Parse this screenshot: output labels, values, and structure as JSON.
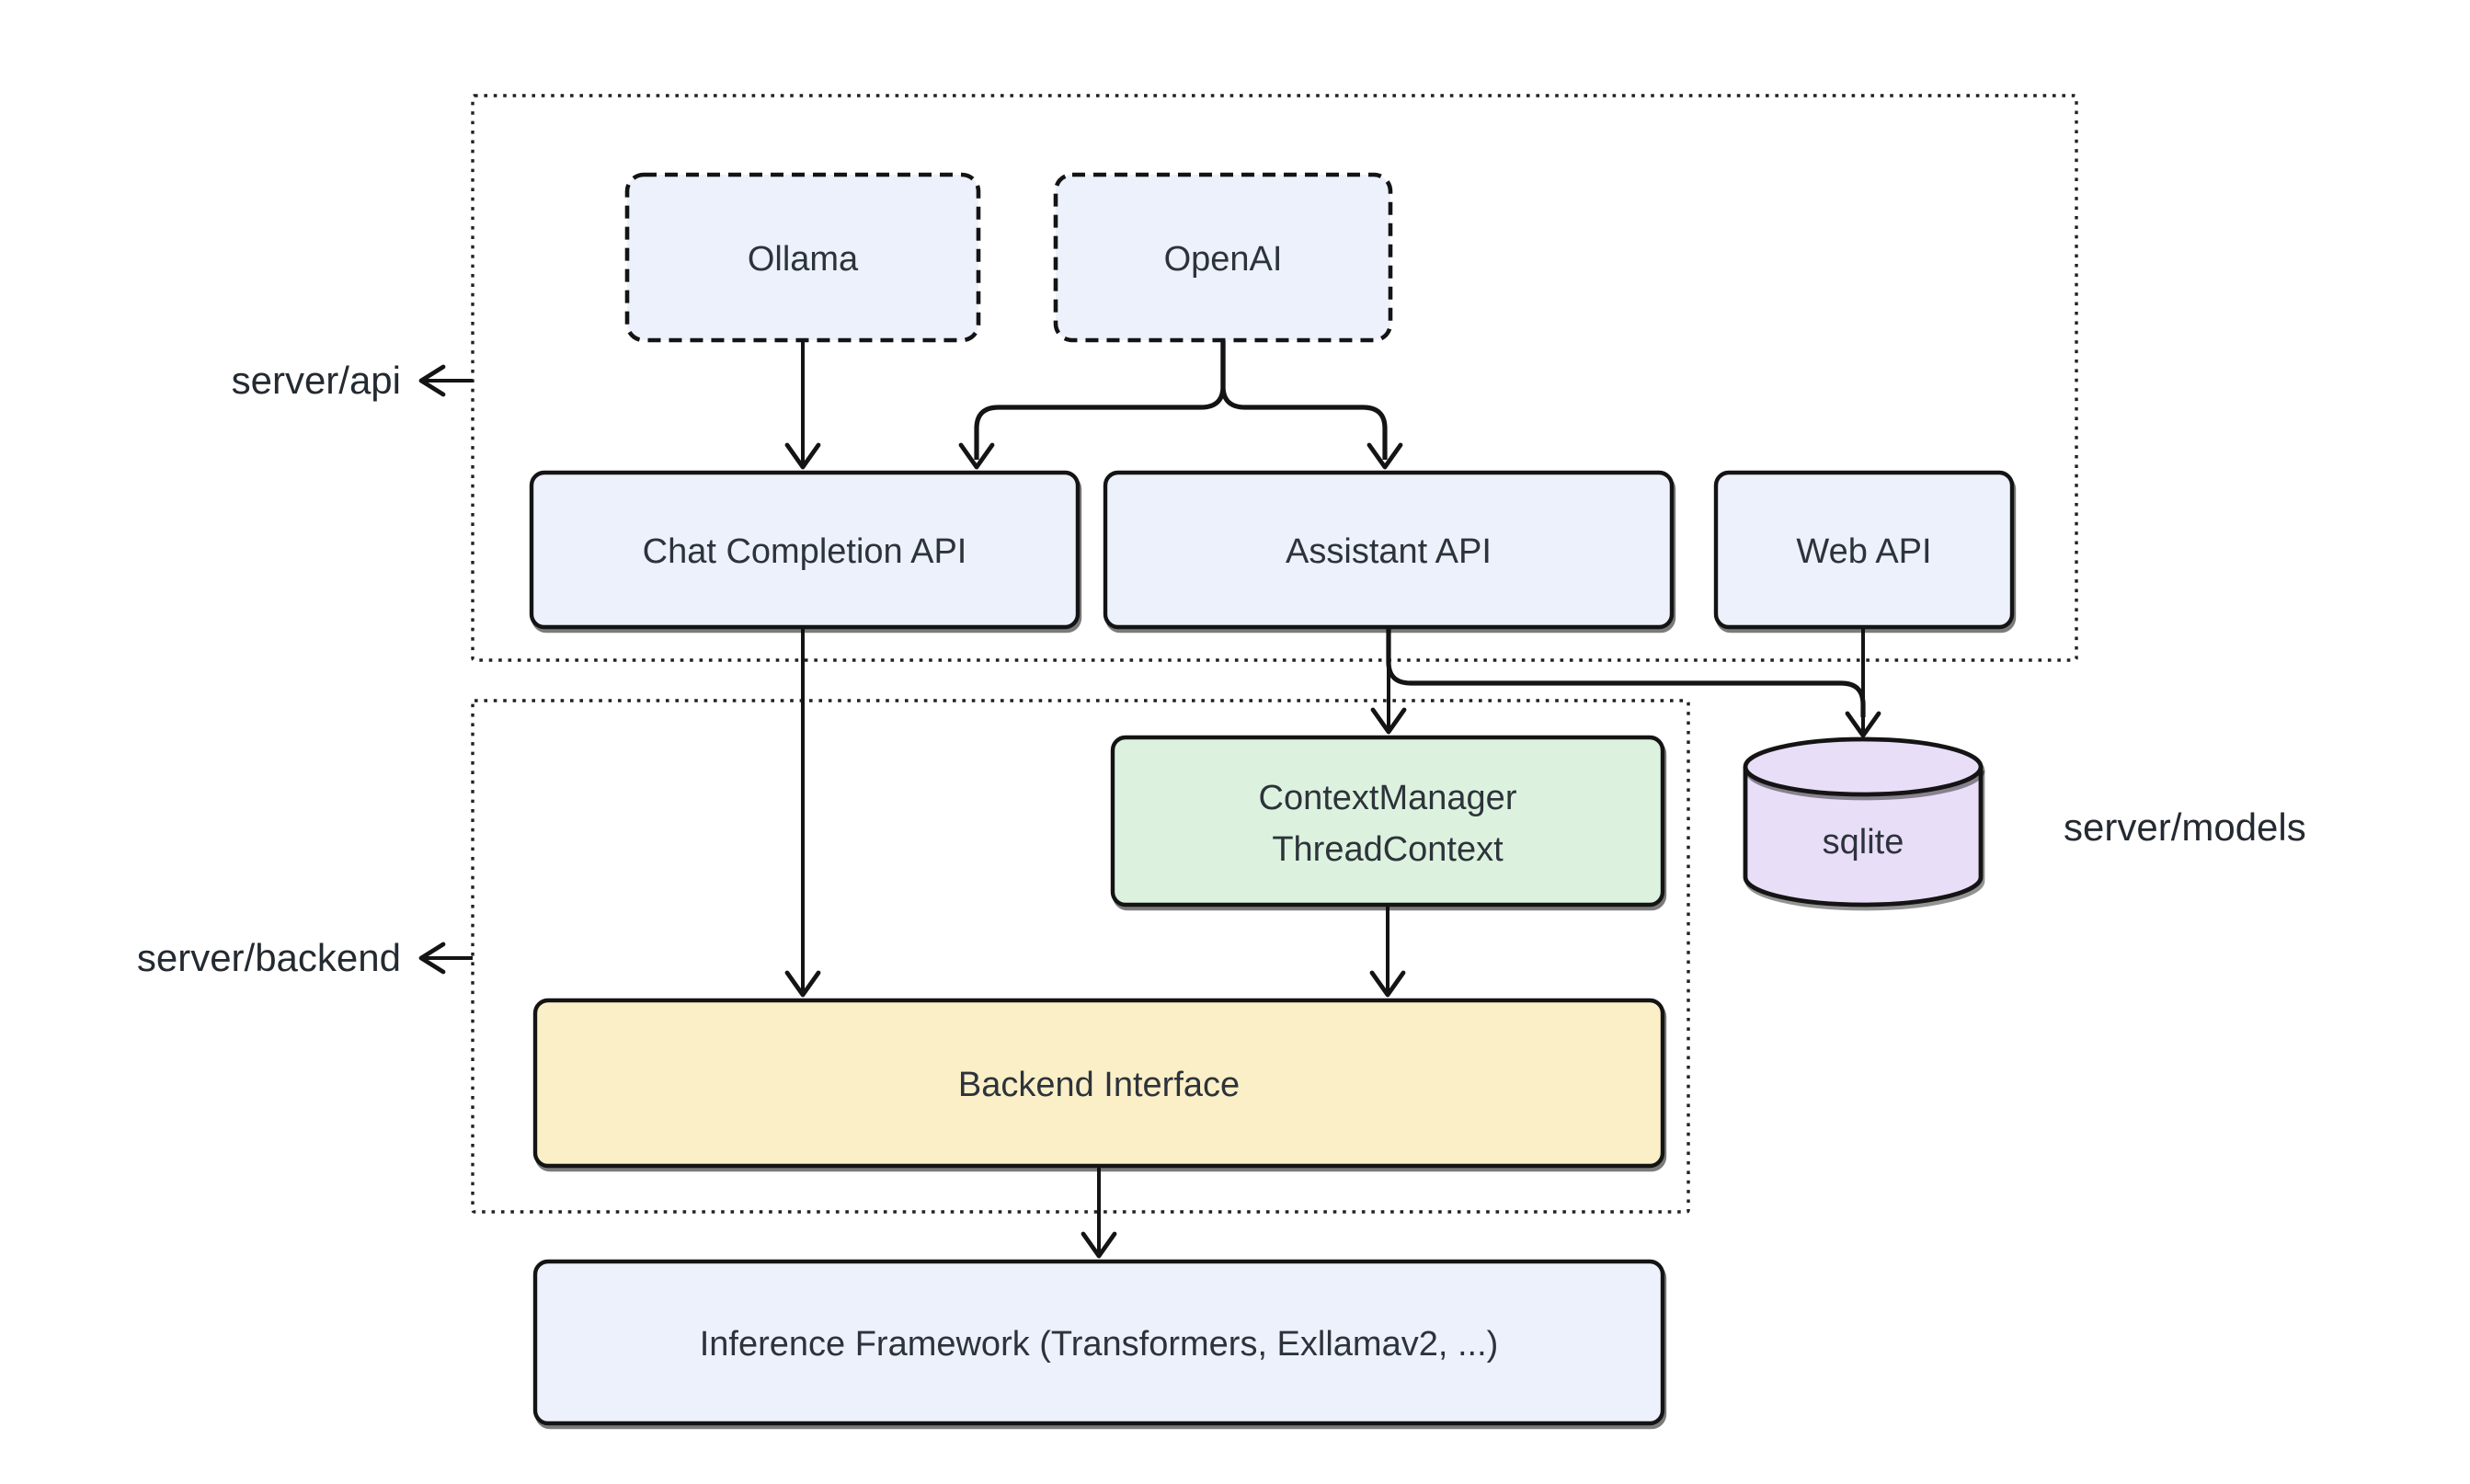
{
  "diagram_type": "architecture-flowchart",
  "colors": {
    "background": "#FFFFFF",
    "node_blue": "#ECF1FB",
    "node_green": "#DCF2DE",
    "node_purple": "#E9DEF8",
    "node_yellow": "#FBEFC7",
    "stroke": "#141414",
    "text": "#2D333B"
  },
  "containers": {
    "server_api": {
      "label": "server/api"
    },
    "server_backend": {
      "label": "server/backend"
    }
  },
  "labels": {
    "server_models": "server/models"
  },
  "nodes": {
    "ollama": {
      "label": "Ollama",
      "style": "dashed-blue"
    },
    "openai": {
      "label": "OpenAI",
      "style": "dashed-blue"
    },
    "chat_completion_api": {
      "label": "Chat Completion API",
      "style": "solid-blue"
    },
    "assistant_api": {
      "label": "Assistant API",
      "style": "solid-blue"
    },
    "web_api": {
      "label": "Web API",
      "style": "solid-blue"
    },
    "context_manager": {
      "lines": [
        "ContextManager",
        "ThreadContext"
      ],
      "style": "solid-green"
    },
    "sqlite": {
      "label": "sqlite",
      "style": "cylinder-purple"
    },
    "backend_interface": {
      "label": "Backend Interface",
      "style": "solid-yellow"
    },
    "inference_framework": {
      "label": "Inference Framework (Transformers, Exllamav2, ...)",
      "style": "solid-blue"
    }
  },
  "edges": [
    {
      "from": "Ollama",
      "to": "Chat Completion API"
    },
    {
      "from": "OpenAI",
      "to": "Chat Completion API"
    },
    {
      "from": "OpenAI",
      "to": "Assistant API"
    },
    {
      "from": "Chat Completion API",
      "to": "Backend Interface"
    },
    {
      "from": "Assistant API",
      "to": "ContextManager ThreadContext"
    },
    {
      "from": "Assistant API",
      "to": "sqlite"
    },
    {
      "from": "Web API",
      "to": "sqlite"
    },
    {
      "from": "ContextManager ThreadContext",
      "to": "Backend Interface"
    },
    {
      "from": "Backend Interface",
      "to": "Inference Framework (Transformers, Exllamav2, ...)"
    }
  ]
}
